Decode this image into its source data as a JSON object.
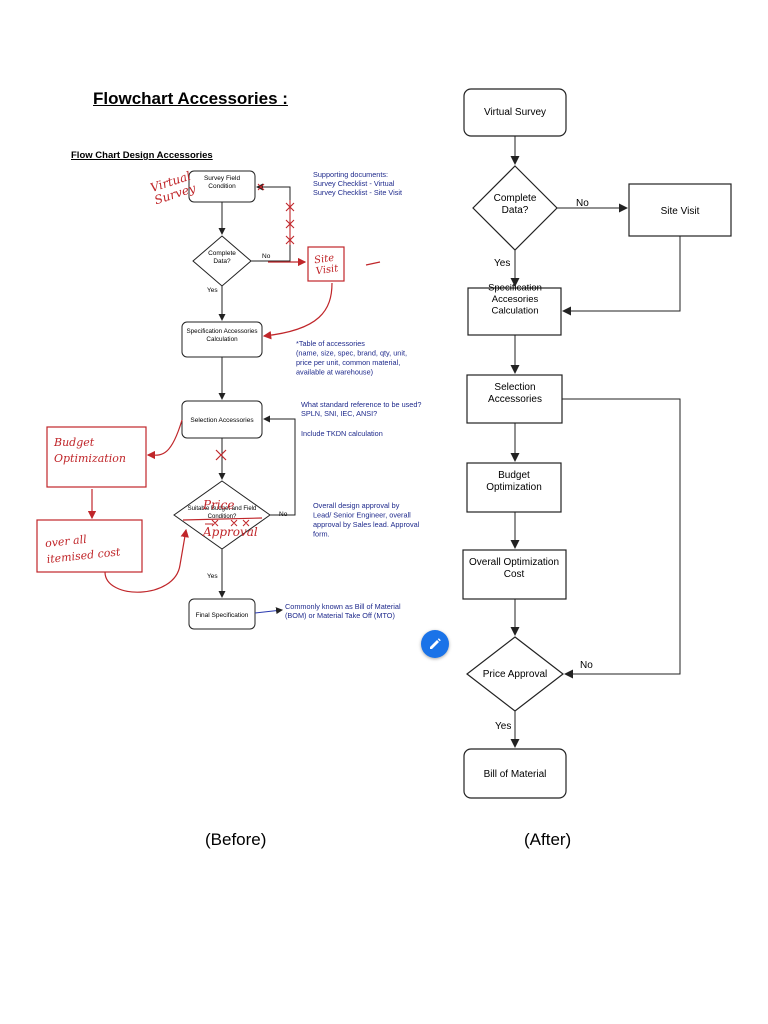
{
  "document": {
    "title": "Flowchart Accessories :",
    "caption_before": "(Before)",
    "caption_after": "(After)"
  },
  "before": {
    "heading": "Flow Chart Design Accessories",
    "nodes": {
      "survey": "Survey Field\nCondition",
      "complete": "Complete\nData?",
      "spec": "Specification Accessories\nCalculation",
      "selection": "Selection Accessories",
      "approval": "Suitable Budget and Field\nCondition?",
      "final": "Final Specification"
    },
    "edge_labels": {
      "no_1": "No",
      "yes_1": "Yes",
      "no_2": "No",
      "yes_2": "Yes"
    },
    "notes": {
      "supporting": "Supporting documents:\nSurvey Checklist - Virtual\nSurvey Checklist - Site Visit",
      "table": "*Table of accessories\n(name, size, spec, brand, qty, unit,\nprice per unit, common material,\navailable at warehouse)",
      "standard": "What standard reference to be used?\nSPLN, SNI, IEC, ANSI?",
      "tkdn": "Include TKDN calculation",
      "approval": "Overall design approval by\nLead/ Senior Engineer, overall\napproval by Sales lead. Approval\nform.",
      "bom": "Commonly known as Bill of Material\n(BOM) or Material Take Off (MTO)"
    },
    "handwritten": {
      "virtual_survey": "Virtual\nSurvey",
      "site_visit": "Site\nVisit",
      "budget_optimization": "Budget\nOptimization",
      "overall_cost": "over all\nitemised cost",
      "price_approval": "Price\nApproval"
    }
  },
  "after": {
    "nodes": {
      "virtual_survey": "Virtual Survey",
      "complete": "Complete\nData?",
      "site_visit": "Site Visit",
      "spec": "Specification\nAccesories\nCalculation",
      "selection": "Selection\nAccessories",
      "budget": "Budget\nOptimization",
      "overall": "Overall Optimization\nCost",
      "price_approval": "Price Approval",
      "bom": "Bill of Material"
    },
    "edge_labels": {
      "no_1": "No",
      "yes_1": "Yes",
      "no_2": "No",
      "yes_2": "Yes"
    }
  },
  "colors": {
    "note_text": "#1f2a8c",
    "handwriting": "#c0262a",
    "box_stroke": "#222222",
    "fab": "#1a73e8"
  },
  "icons": {
    "edit_button": "pencil-icon"
  }
}
